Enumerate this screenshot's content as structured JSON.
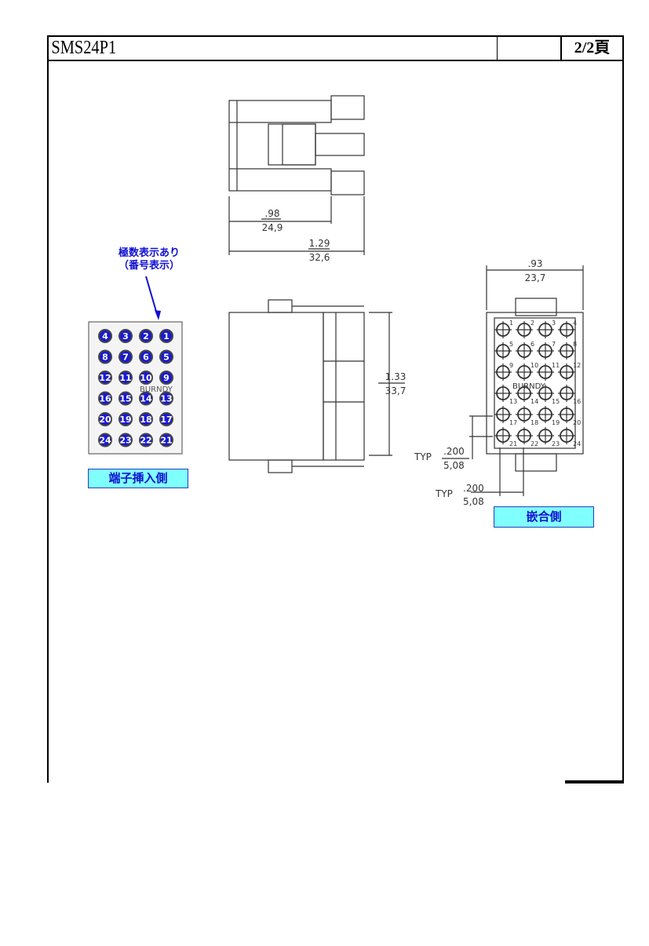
{
  "header": {
    "title": "SMS24P1",
    "page": "2/2頁"
  },
  "annotation": {
    "line1": "極数表示あり",
    "line2": "（番号表示）"
  },
  "labels": {
    "insert_side": "端子挿入側",
    "mating_side": "嵌合側"
  },
  "top_view": {
    "dim1_in": ".98",
    "dim1_mm": "24,9",
    "dim2_in": "1.29",
    "dim2_mm": "32,6"
  },
  "side_view": {
    "height_in": "1.33",
    "height_mm": "33,7"
  },
  "front_view": {
    "width_in": ".93",
    "width_mm": "23,7",
    "typ": "TYP",
    "pitch_in": ".200",
    "pitch_mm": "5,08",
    "brand": "BURNDY"
  },
  "insert_pins": [
    [
      4,
      3,
      2,
      1
    ],
    [
      8,
      7,
      6,
      5
    ],
    [
      12,
      11,
      10,
      9
    ],
    [
      16,
      15,
      14,
      13
    ],
    [
      20,
      19,
      18,
      17
    ],
    [
      24,
      23,
      22,
      21
    ]
  ],
  "mating_pins": [
    [
      1,
      2,
      3,
      4
    ],
    [
      5,
      6,
      7,
      8
    ],
    [
      9,
      10,
      11,
      12
    ],
    [
      13,
      14,
      15,
      16
    ],
    [
      17,
      18,
      19,
      20
    ],
    [
      21,
      22,
      23,
      24
    ]
  ]
}
